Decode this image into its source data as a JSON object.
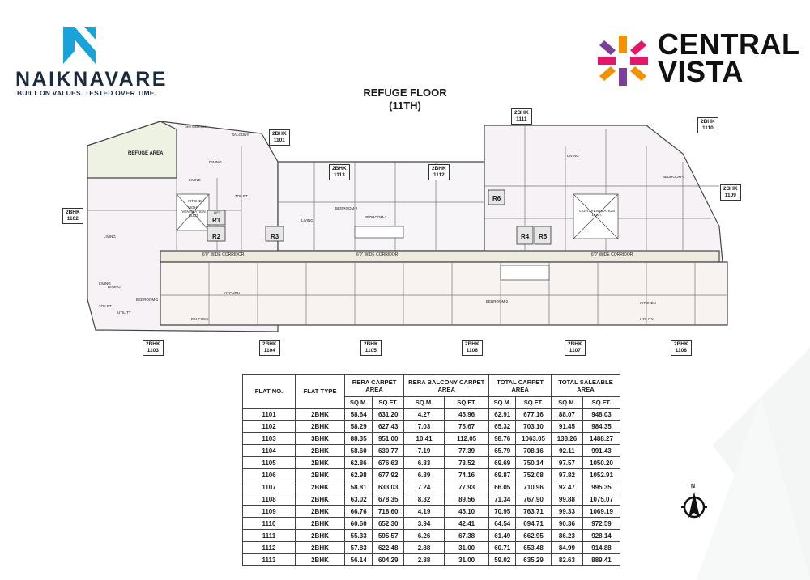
{
  "developer": {
    "name": "NAIKNAVARE",
    "tagline": "BUILT ON VALUES. TESTED OVER TIME.",
    "brand_color": "#1aa3d8"
  },
  "project": {
    "line1": "CENTRAL",
    "line2": "VISTA",
    "colors": [
      "#e4186a",
      "#f39200",
      "#7b3f98"
    ]
  },
  "plan": {
    "title": "REFUGE FLOOR",
    "subtitle": "(11TH)",
    "refuge_area_label": "REFUGE AREA",
    "corridor_label": "6'0\" WIDE CORRIDOR",
    "ventilation_label": "LIGHT VENTILATION DUCT",
    "lifts": [
      "R1",
      "R2",
      "R3",
      "R4",
      "R5",
      "R6"
    ],
    "lift_word": "LIFT",
    "room_labels": {
      "living": "LIVING",
      "kitchen": "KITCHEN",
      "dining": "DINING",
      "toilet": "TOILET",
      "bedroom1": "BEDROOM-1",
      "bedroom2": "BEDROOM-2",
      "balcony": "BALCONY",
      "utility": "UTILITY",
      "dry_balcony": "DRY BALCONY"
    },
    "flat_tags": [
      {
        "type": "2BHK",
        "no": "1101"
      },
      {
        "type": "2BHK",
        "no": "1113"
      },
      {
        "type": "2BHK",
        "no": "1112"
      },
      {
        "type": "2BHK",
        "no": "1111"
      },
      {
        "type": "2BHK",
        "no": "1110"
      },
      {
        "type": "2BHK",
        "no": "1109"
      },
      {
        "type": "2BHK",
        "no": "1102"
      },
      {
        "type": "2BHK",
        "no": "1103"
      },
      {
        "type": "2BHK",
        "no": "1104"
      },
      {
        "type": "2BHK",
        "no": "1105"
      },
      {
        "type": "2BHK",
        "no": "1106"
      },
      {
        "type": "2BHK",
        "no": "1107"
      },
      {
        "type": "2BHK",
        "no": "1108"
      }
    ]
  },
  "table": {
    "headers": {
      "flat_no": "FLAT NO.",
      "flat_type": "FLAT TYPE",
      "rera_carpet": "RERA CARPET AREA",
      "rera_balcony": "RERA BALCONY CARPET AREA",
      "total_carpet": "TOTAL CARPET AREA",
      "total_saleable": "TOTAL SALEABLE AREA",
      "sqm": "SQ.M.",
      "sqft": "SQ.FT."
    },
    "rows": [
      [
        "1101",
        "2BHK",
        "58.64",
        "631.20",
        "4.27",
        "45.96",
        "62.91",
        "677.16",
        "88.07",
        "948.03"
      ],
      [
        "1102",
        "2BHK",
        "58.29",
        "627.43",
        "7.03",
        "75.67",
        "65.32",
        "703.10",
        "91.45",
        "984.35"
      ],
      [
        "1103",
        "3BHK",
        "88.35",
        "951.00",
        "10.41",
        "112.05",
        "98.76",
        "1063.05",
        "138.26",
        "1488.27"
      ],
      [
        "1104",
        "2BHK",
        "58.60",
        "630.77",
        "7.19",
        "77.39",
        "65.79",
        "708.16",
        "92.11",
        "991.43"
      ],
      [
        "1105",
        "2BHK",
        "62.86",
        "676.63",
        "6.83",
        "73.52",
        "69.69",
        "750.14",
        "97.57",
        "1050.20"
      ],
      [
        "1106",
        "2BHK",
        "62.98",
        "677.92",
        "6.89",
        "74.16",
        "69.87",
        "752.08",
        "97.82",
        "1052.91"
      ],
      [
        "1107",
        "2BHK",
        "58.81",
        "633.03",
        "7.24",
        "77.93",
        "66.05",
        "710.96",
        "92.47",
        "995.35"
      ],
      [
        "1108",
        "2BHK",
        "63.02",
        "678.35",
        "8.32",
        "89.56",
        "71.34",
        "767.90",
        "99.88",
        "1075.07"
      ],
      [
        "1109",
        "2BHK",
        "66.76",
        "718.60",
        "4.19",
        "45.10",
        "70.95",
        "763.71",
        "99.33",
        "1069.19"
      ],
      [
        "1110",
        "2BHK",
        "60.60",
        "652.30",
        "3.94",
        "42.41",
        "64.54",
        "694.71",
        "90.36",
        "972.59"
      ],
      [
        "1111",
        "2BHK",
        "55.33",
        "595.57",
        "6.26",
        "67.38",
        "61.49",
        "662.95",
        "86.23",
        "928.14"
      ],
      [
        "1112",
        "2BHK",
        "57.83",
        "622.48",
        "2.88",
        "31.00",
        "60.71",
        "653.48",
        "84.99",
        "914.88"
      ],
      [
        "1113",
        "2BHK",
        "56.14",
        "604.29",
        "2.88",
        "31.00",
        "59.02",
        "635.29",
        "82.63",
        "889.41"
      ]
    ]
  },
  "compass_label": "N"
}
